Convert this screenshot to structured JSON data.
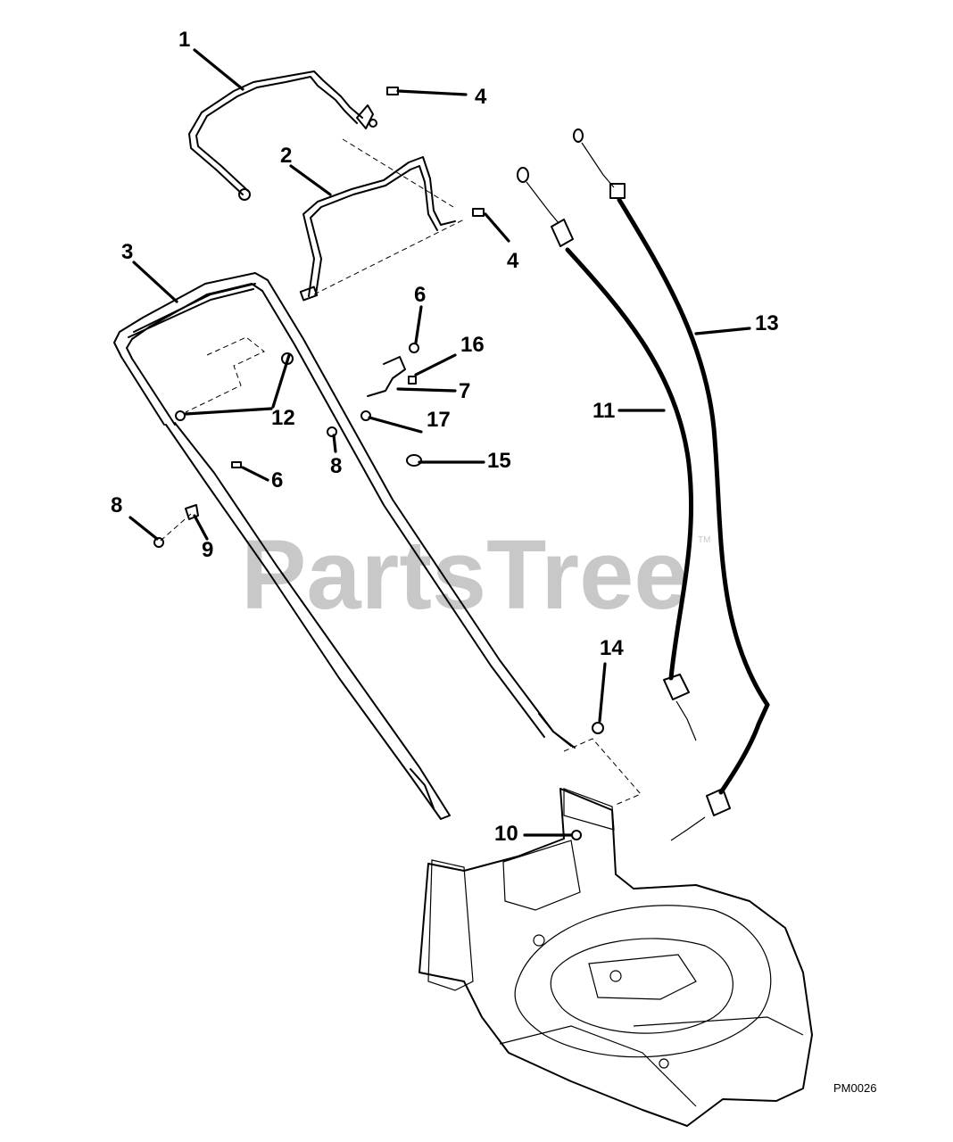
{
  "diagram": {
    "callouts": {
      "c1": "1",
      "c2": "2",
      "c3": "3",
      "c4a": "4",
      "c4b": "4",
      "c6a": "6",
      "c6b": "6",
      "c7": "7",
      "c8a": "8",
      "c8b": "8",
      "c9": "9",
      "c10": "10",
      "c11": "11",
      "c12": "12",
      "c13": "13",
      "c14": "14",
      "c15": "15",
      "c16": "16",
      "c17": "17"
    },
    "watermark": "PartsTree",
    "watermark_mark": "TM",
    "figure_code": "PM0026"
  }
}
